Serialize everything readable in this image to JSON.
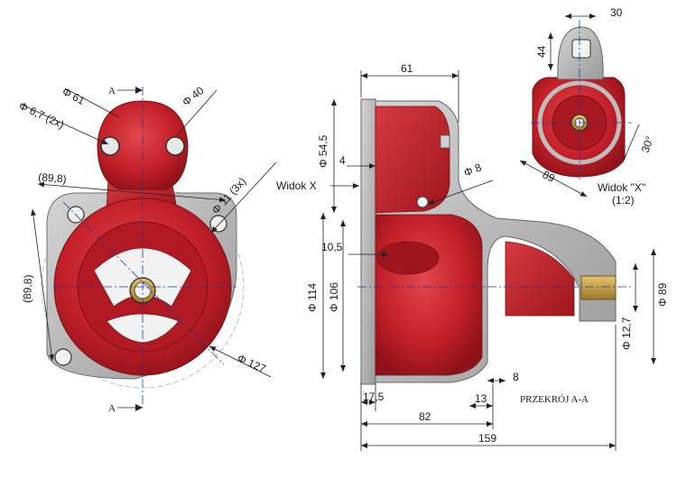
{
  "labels": {
    "section_mark_top": "A",
    "section_mark_bottom": "A",
    "dia_61": "Φ 61",
    "dia_40": "Φ 40",
    "holes_6_7": "Φ 6,7  (2x)",
    "dim_89_8_h": "(89,8)",
    "holes_11": "Φ 11  (3x)",
    "dim_89_8_v": "(89,8)",
    "dia_127": "Φ 127",
    "dim_61": "61",
    "dia_54_5": "Φ 54,5",
    "dim_4": "4",
    "widok_x_arrow": "Widok X",
    "dia_8": "Φ 8",
    "dim_10_5": "10,5",
    "dia_114": "Φ 114",
    "dia_106": "Φ 106",
    "dia_12_7": "Φ 12,7",
    "dia_89": "Φ 89",
    "dim_8": "8",
    "dim_17_5": "17,5",
    "dim_13": "13",
    "dim_82": "82",
    "dim_159": "159",
    "section_title": "PRZEKRÓJ A-A",
    "dim_30": "30",
    "dim_44": "44",
    "angle_30": "30°",
    "dim_89_small": "89",
    "view_x_title": "Widok \"X\"",
    "view_x_scale": "(1:2)"
  },
  "colors": {
    "body_red": "#c4202a",
    "body_red_dark": "#8e1218",
    "body_red_light": "#e0484d",
    "flange_gray": "#b9b9b9",
    "flange_gray_dark": "#8c8c8c",
    "bushing_brass": "#c9a24a",
    "dimension_line": "#222222",
    "center_line": "#1f3a9c"
  }
}
